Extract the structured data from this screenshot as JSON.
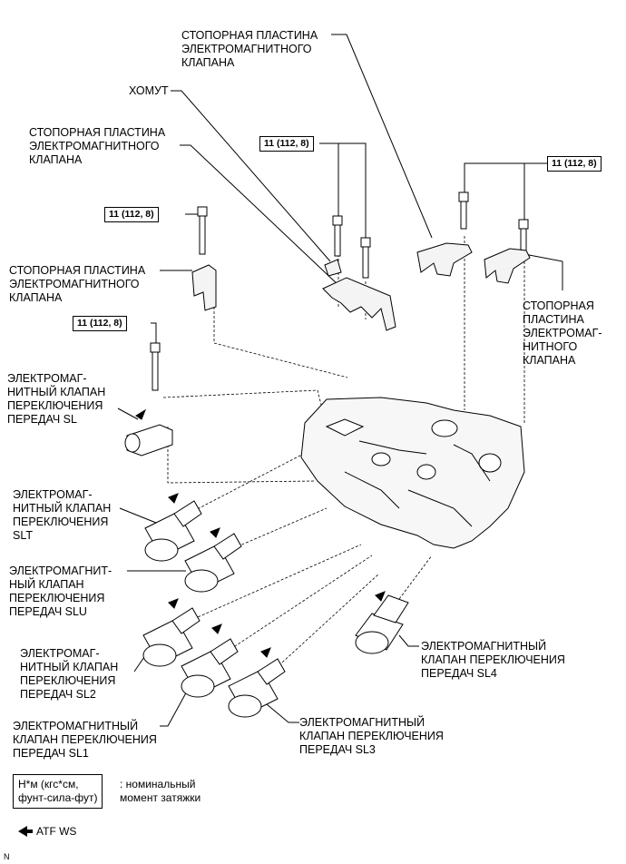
{
  "labels": {
    "plate_top": "СТОПОРНАЯ ПЛАСТИНА\nЭЛЕКТРОМАГНИТНОГО\nКЛАПАНА",
    "clamp": "ХОМУТ",
    "plate_upper_left": "СТОПОРНАЯ ПЛАСТИНА\nЭЛЕКТРОМАГНИТНОГО\nКЛАПАНА",
    "plate_left": "СТОПОРНАЯ ПЛАСТИНА\nЭЛЕКТРОМАГНИТНОГО\nКЛАПАНА",
    "plate_right": "СТОПОРНАЯ\nПЛАСТИНА\nЭЛЕКТРОМАГ-\nНИТНОГО\nКЛАПАНА",
    "valve_sl": "ЭЛЕКТРОМАГ-\nНИТНЫЙ КЛАПАН\nПЕРЕКЛЮЧЕНИЯ\nПЕРЕДАЧ SL",
    "valve_slt": "ЭЛЕКТРОМАГ-\nНИТНЫЙ КЛАПАН\nПЕРЕКЛЮЧЕНИЯ\nSLT",
    "valve_slu": "ЭЛЕКТРОМАГНИТ-\nНЫЙ КЛАПАН\nПЕРЕКЛЮЧЕНИЯ\nПЕРЕДАЧ SLU",
    "valve_sl2": "ЭЛЕКТРОМАГ-\nНИТНЫЙ КЛАПАН\nПЕРЕКЛЮЧЕНИЯ\nПЕРЕДАЧ SL2",
    "valve_sl1": "ЭЛЕКТРОМАГНИТНЫЙ\nКЛАПАН ПЕРЕКЛЮЧЕНИЯ\nПЕРЕДАЧ SL1",
    "valve_sl3": "ЭЛЕКТРОМАГНИТНЫЙ\nКЛАПАН ПЕРЕКЛЮЧЕНИЯ\nПЕРЕДАЧ SL3",
    "valve_sl4": "ЭЛЕКТРОМАГНИТНЫЙ\nКЛАПАН ПЕРЕКЛЮЧЕНИЯ\nПЕРЕДАЧ SL4"
  },
  "torque": {
    "top_center": "11 (112, 8)",
    "top_right": "11 (112, 8)",
    "upper_left": "11 (112, 8)",
    "left": "11 (112, 8)"
  },
  "legend": {
    "unit_box": "Н*м (кгс*см,\nфунт-сила-фут)",
    "unit_desc": ": номинальный\nмомент затяжки",
    "atf": "ATF WS",
    "corner_mark": "N"
  }
}
